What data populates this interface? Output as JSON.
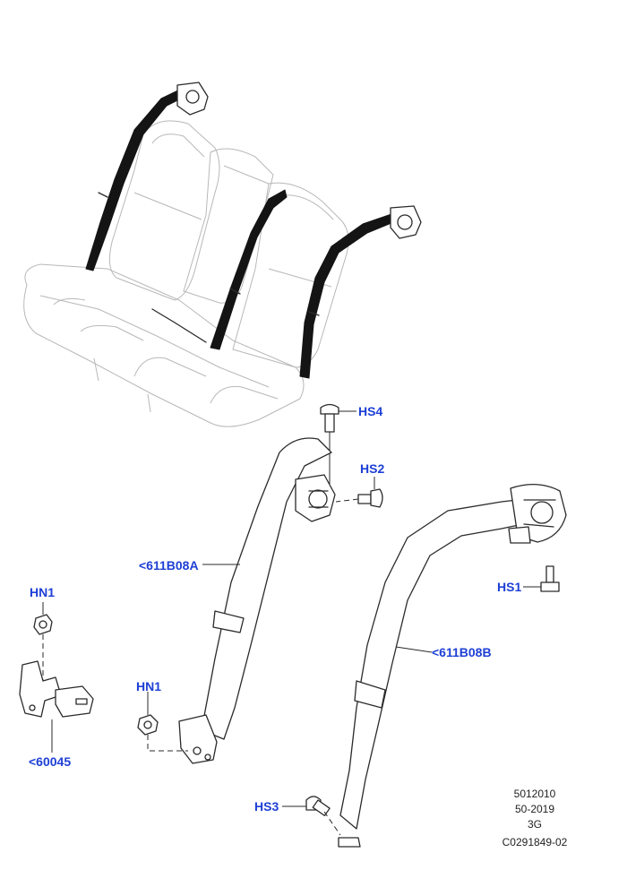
{
  "callouts": {
    "hs4": "HS4",
    "hs2": "HS2",
    "hs1": "HS1",
    "hs3": "HS3",
    "hn1_left": "HN1",
    "hn1_center": "HN1",
    "part_611b08a": "<611B08A",
    "part_611b08b": "<611B08B",
    "part_60045": "<60045"
  },
  "reference": {
    "code": "5012010",
    "date": "50-2019",
    "variant": "3G",
    "figure_id": "C0291849-02"
  },
  "colors": {
    "callout": "#1d3fd6",
    "line": "#2a2a2a",
    "seat_outline": "#b8b8b8",
    "belt_fill": "#141414"
  }
}
